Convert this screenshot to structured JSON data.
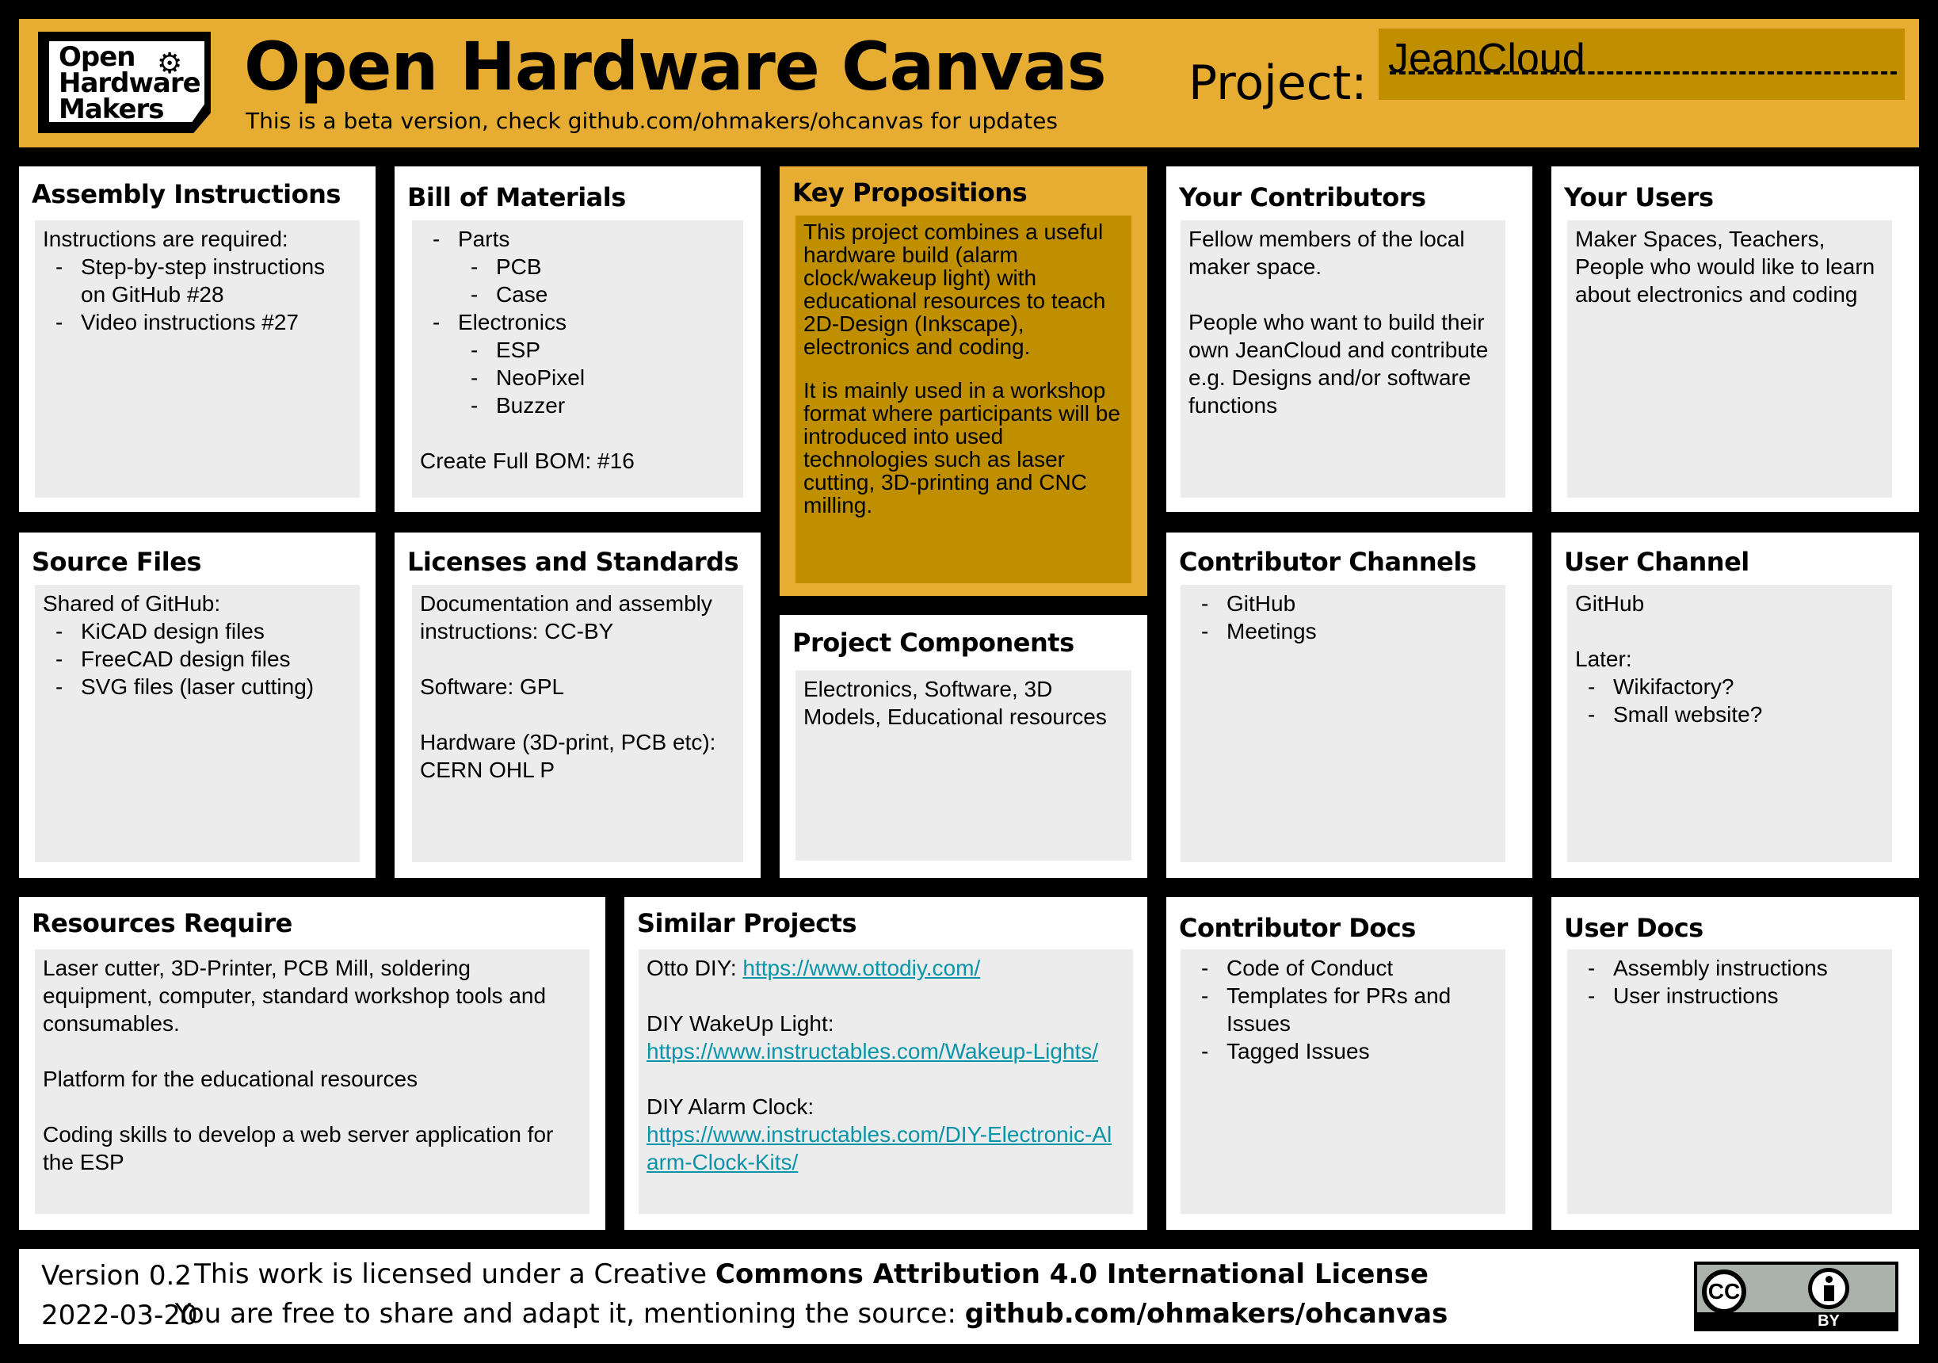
{
  "header": {
    "logo": [
      "Open",
      "Hardware",
      "Makers"
    ],
    "title": "Open Hardware Canvas",
    "subtitle": "This is a beta version, check github.com/ohmakers/ohcanvas for updates",
    "project_label": "Project:",
    "project_value": "JeanCloud"
  },
  "cards": {
    "assembly": {
      "title": "Assembly Instructions",
      "intro": "Instructions are required:",
      "items": [
        "Step-by-step instructions on GitHub #28",
        "Video instructions #27"
      ]
    },
    "bom": {
      "title": "Bill of Materials",
      "items": [
        "Parts",
        "PCB",
        "Case",
        "Electronics",
        "ESP",
        "NeoPixel",
        "Buzzer"
      ],
      "footer": "Create Full BOM: #16"
    },
    "key": {
      "title": "Key Propositions",
      "p1": "This project combines a useful hardware build (alarm clock/wakeup light) with educational resources to teach 2D-Design (Inkscape), electronics and coding.",
      "p2": "It is mainly used in a workshop format where participants will be introduced into used technologies such as laser cutting, 3D-printing and CNC milling."
    },
    "contributors": {
      "title": "Your Contributors",
      "p1": "Fellow members of the local maker space.",
      "p2": "People who want to build their own JeanCloud and contribute e.g. Designs and/or software functions"
    },
    "users": {
      "title": "Your Users",
      "p1": "Maker Spaces, Teachers, People who would like to learn about electronics and coding"
    },
    "source": {
      "title": "Source Files",
      "intro": "Shared of GitHub:",
      "items": [
        "KiCAD design files",
        "FreeCAD design files",
        "SVG files (laser cutting)"
      ]
    },
    "licenses": {
      "title": "Licenses and Standards",
      "p1": "Documentation and assembly instructions: CC-BY",
      "p2": "Software: GPL",
      "p3": "Hardware (3D-print, PCB etc): CERN OHL P"
    },
    "components": {
      "title": "Project Components",
      "p1": "Electronics, Software, 3D Models, Educational resources"
    },
    "contrib_channels": {
      "title": "Contributor Channels",
      "items": [
        "GitHub",
        "Meetings"
      ]
    },
    "user_channel": {
      "title": "User Channel",
      "p1": "GitHub",
      "p2": "Later:",
      "items": [
        "Wikifactory?",
        "Small website?"
      ]
    },
    "resources": {
      "title": "Resources Require",
      "p1": "Laser cutter, 3D-Printer, PCB Mill, soldering equipment, computer, standard workshop tools and consumables.",
      "p2": "Platform for the educational resources",
      "p3": "Coding skills to develop a web server application for the ESP"
    },
    "similar": {
      "title": "Similar Projects",
      "otto_label": "Otto DIY: ",
      "otto_url": "https://www.ottodiy.com/",
      "wake_label": "DIY WakeUp Light:",
      "wake_url": "https://www.instructables.com/Wakeup-Lights/",
      "alarm_label": "DIY Alarm Clock:",
      "alarm_url": "https://www.instructables.com/DIY-Electronic-Alarm-Clock-Kits/"
    },
    "contrib_docs": {
      "title": "Contributor Docs",
      "items": [
        "Code of Conduct",
        "Templates for PRs and Issues",
        "Tagged Issues"
      ]
    },
    "user_docs": {
      "title": "User Docs",
      "items": [
        "Assembly instructions",
        "User instructions"
      ]
    }
  },
  "footer": {
    "version": "Version 0.2",
    "date": "2022-03-20",
    "line1_plain": "This work is licensed under a Creative ",
    "line1_bold": "Commons Attribution 4.0 International License",
    "line2_plain": "You are free to share and adapt it, mentioning the source: ",
    "line2_bold": "github.com/ohmakers/ohcanvas",
    "badge_cc": "CC",
    "badge_by": "BY"
  },
  "colors": {
    "accent": "#e6ad32",
    "accent_dark": "#bf8f00",
    "panel": "#ececec",
    "link": "#0a94a8"
  }
}
